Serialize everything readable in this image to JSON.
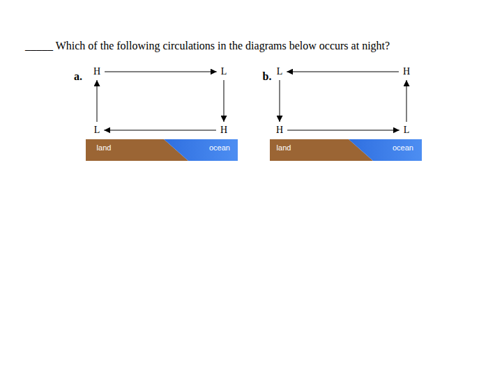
{
  "diagram": {
    "title": "_____ Which of the following circulations in the diagrams below occurs at night?",
    "nodes": [
      {
        "text": [
          "H"
        ]
      },
      {
        "text": [
          "L"
        ]
      },
      {
        "text": [
          "L"
        ]
      },
      {
        "text": [
          "H"
        ]
      },
      {
        "text": [
          "L"
        ]
      },
      {
        "text": [
          "H"
        ]
      },
      {
        "text": [
          "H"
        ]
      },
      {
        "text": [
          "L"
        ]
      }
    ],
    "edges": [
      {
        "from": 0,
        "to": 1,
        "arrow": "to"
      },
      {
        "from": 1,
        "to": 3,
        "arrow": "to"
      },
      {
        "from": 3,
        "to": 2,
        "arrow": "to"
      },
      {
        "from": 2,
        "to": 0,
        "arrow": "to"
      },
      {
        "from": 5,
        "to": 4,
        "arrow": "to"
      },
      {
        "from": 4,
        "to": 6,
        "arrow": "to"
      },
      {
        "from": 6,
        "to": 7,
        "arrow": "to"
      },
      {
        "from": 7,
        "to": 5,
        "arrow": "to"
      }
    ],
    "labels": [
      "a.",
      "b.",
      "land",
      "ocean",
      "land",
      "ocean"
    ]
  }
}
